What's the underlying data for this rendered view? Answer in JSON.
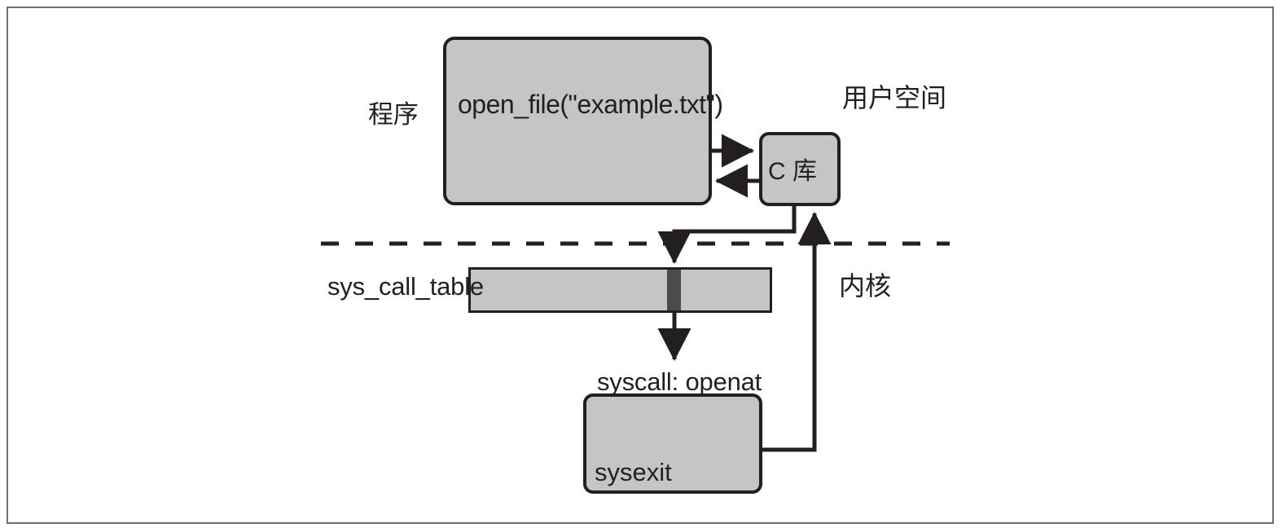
{
  "diagram": {
    "title": "Linux system call flow",
    "colors": {
      "node_fill": "#c5c5c5",
      "node_stroke": "#231f20",
      "slot_fill": "#4d4a4b",
      "frame_stroke": "#6f6f6f",
      "background": "#ffffff"
    },
    "nodes": {
      "program": {
        "side_label": "程序",
        "text": "open_file(\"example.txt\")"
      },
      "c_library": {
        "text": "C 库"
      },
      "sys_call_table": {
        "label": "sys_call_table"
      },
      "syscall": {
        "label": "syscall: openat"
      },
      "sysexit": {
        "text": "sysexit"
      }
    },
    "regions": {
      "user_space": "用户空间",
      "kernel": "内核"
    },
    "edges": [
      {
        "name": "program-to-clib",
        "from": "program",
        "to": "c_library",
        "direction": "right"
      },
      {
        "name": "clib-to-program",
        "from": "c_library",
        "to": "program",
        "direction": "left"
      },
      {
        "name": "clib-to-sys-call-table",
        "from": "c_library",
        "to": "sys_call_table",
        "direction": "down"
      },
      {
        "name": "sys-call-table-to-syscall",
        "from": "sys_call_table",
        "to": "syscall",
        "direction": "down"
      },
      {
        "name": "sysexit-to-clib",
        "from": "sysexit",
        "to": "c_library",
        "direction": "up"
      }
    ],
    "divider": {
      "name": "user-kernel-boundary",
      "style": "dashed"
    }
  }
}
